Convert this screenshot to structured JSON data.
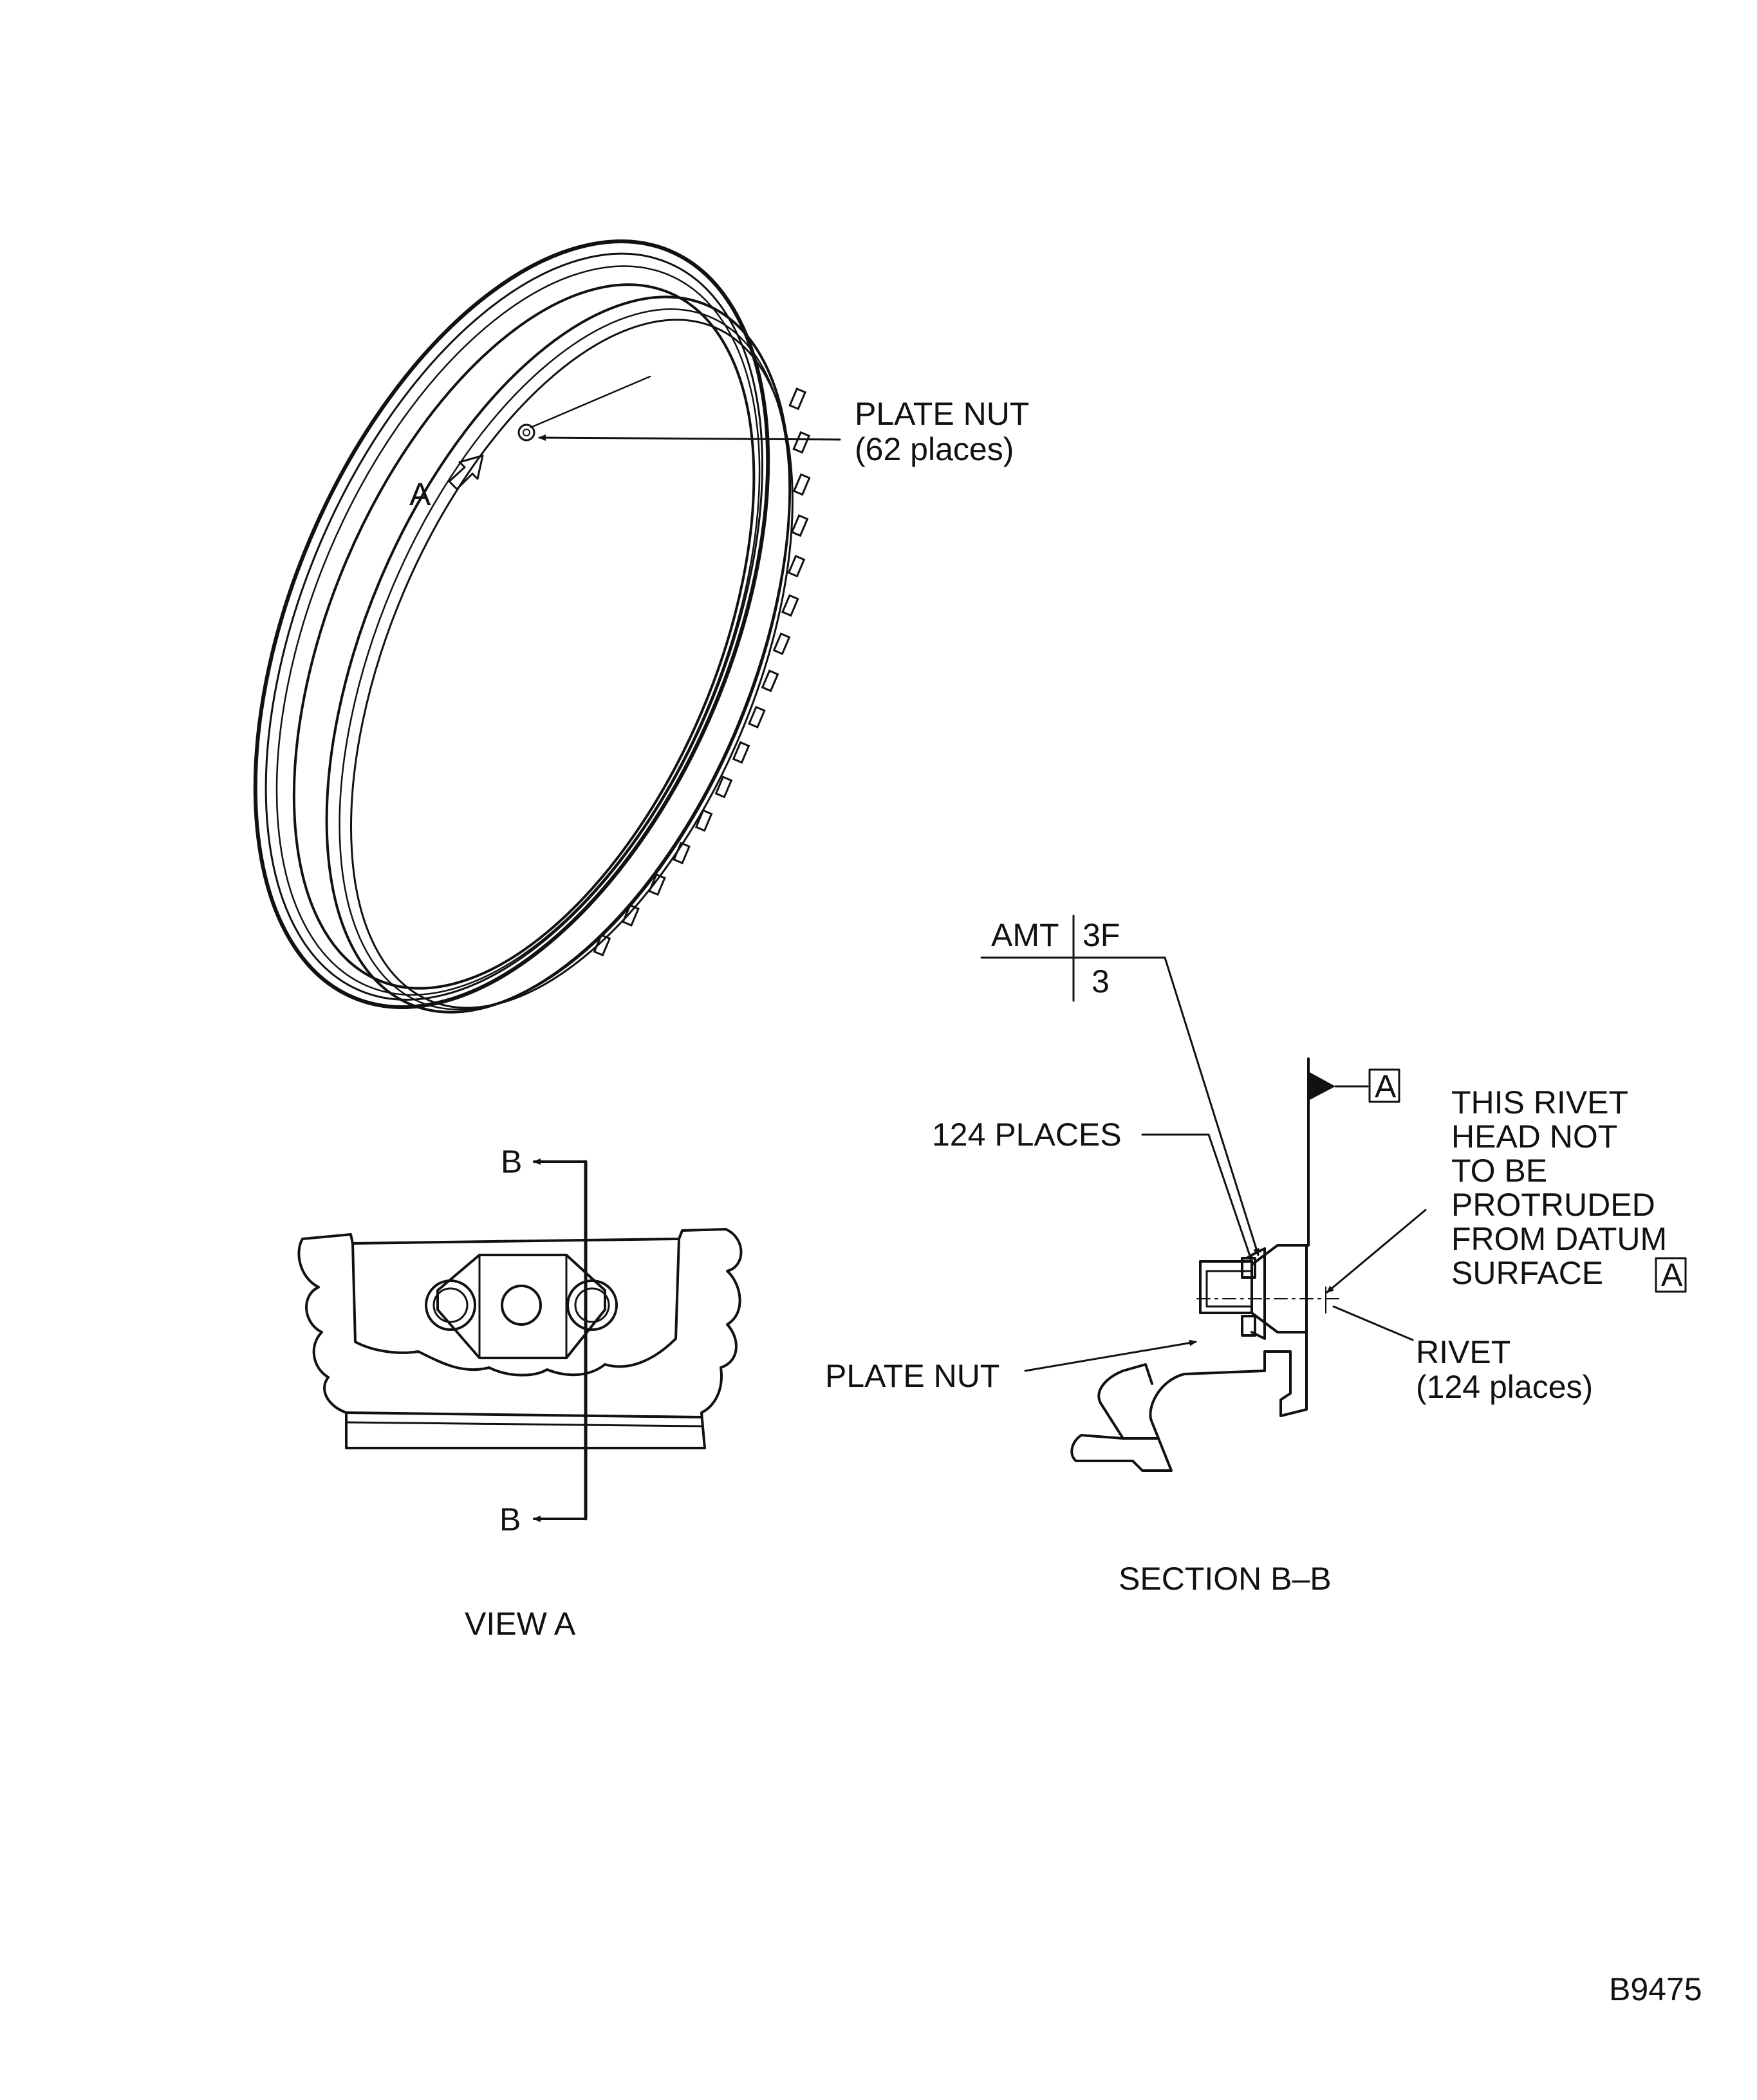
{
  "callouts": {
    "plate_nut_top_line1": "PLATE NUT",
    "plate_nut_top_line2": "(62 places)",
    "view_arrow_letter": "A",
    "section_top_letter": "B",
    "section_bottom_letter": "B",
    "view_a_title": "VIEW A",
    "section_title": "SECTION B–B",
    "places_124": "124 PLACES",
    "plate_nut_section": "PLATE NUT",
    "rivet_line1": "RIVET",
    "rivet_line2": "(124 places)",
    "note_line1": "THIS RIVET",
    "note_line2": "HEAD NOT",
    "note_line3": "TO BE",
    "note_line4": "PROTRUDED",
    "note_line5": "FROM DATUM",
    "note_line6": "SURFACE",
    "datum_note_box": "A",
    "datum_flag_box": "A"
  },
  "amt_table": {
    "label": "AMT",
    "column_header": "3F",
    "column_value": "3"
  },
  "figure_id": "B9475"
}
